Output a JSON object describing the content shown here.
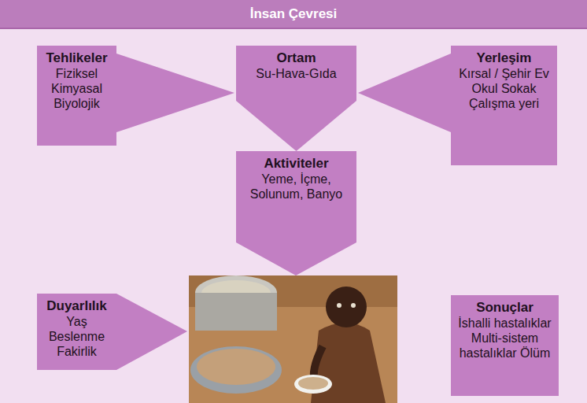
{
  "diagram": {
    "title": "İnsan Çevresi",
    "nodes": [
      {
        "text": [
          "Tehlikeler",
          "Fiziksel Kimyasal Biyolojik"
        ]
      },
      {
        "text": [
          "Ortam",
          "Su-Hava-Gıda"
        ]
      },
      {
        "text": [
          "Yerleşim",
          "Kırsal / Şehir Ev Okul Sokak Çalışma yeri"
        ]
      },
      {
        "text": [
          "Aktiviteler",
          "Yeme, İçme, Solunum, Banyo"
        ]
      },
      {
        "text": [
          "Duyarlılık",
          "Yaş Beslenme Fakirlik"
        ]
      },
      {
        "text": [
          "Sonuçlar",
          "İshalli hastalıklar Multi-sistem hastalıklar Ölüm"
        ]
      }
    ],
    "edges": [
      {
        "from": 0,
        "to": 1,
        "arrow": "to"
      },
      {
        "from": 2,
        "to": 1,
        "arrow": "to"
      },
      {
        "from": 1,
        "to": 3,
        "arrow": "to"
      }
    ]
  }
}
